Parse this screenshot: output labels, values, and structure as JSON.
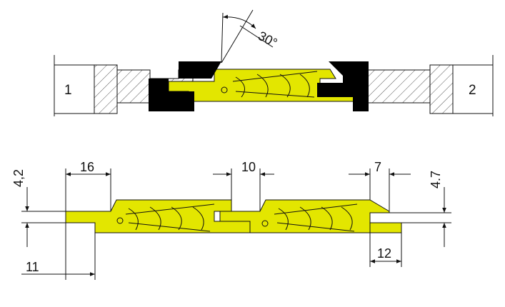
{
  "top_view": {
    "left_part_label": "1",
    "right_part_label": "2",
    "angle_label": "30°"
  },
  "bottom_view": {
    "dim_4_2": "4,2",
    "dim_16": "16",
    "dim_10": "10",
    "dim_7": "7",
    "dim_4_7": "4.7",
    "dim_11": "11",
    "dim_12": "12"
  },
  "colors": {
    "profile_fill": "#e3e600",
    "cutter_fill": "#000000",
    "line": "#111111",
    "hatch": "#555555"
  }
}
